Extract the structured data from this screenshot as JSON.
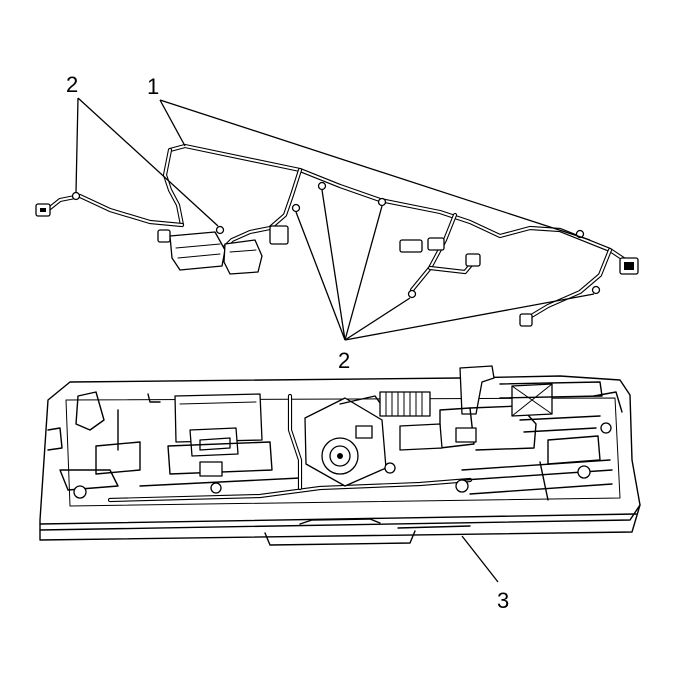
{
  "callouts": {
    "harness": "1",
    "clips_left": "2",
    "clips_bottom": "2",
    "overhead_console": "3"
  }
}
